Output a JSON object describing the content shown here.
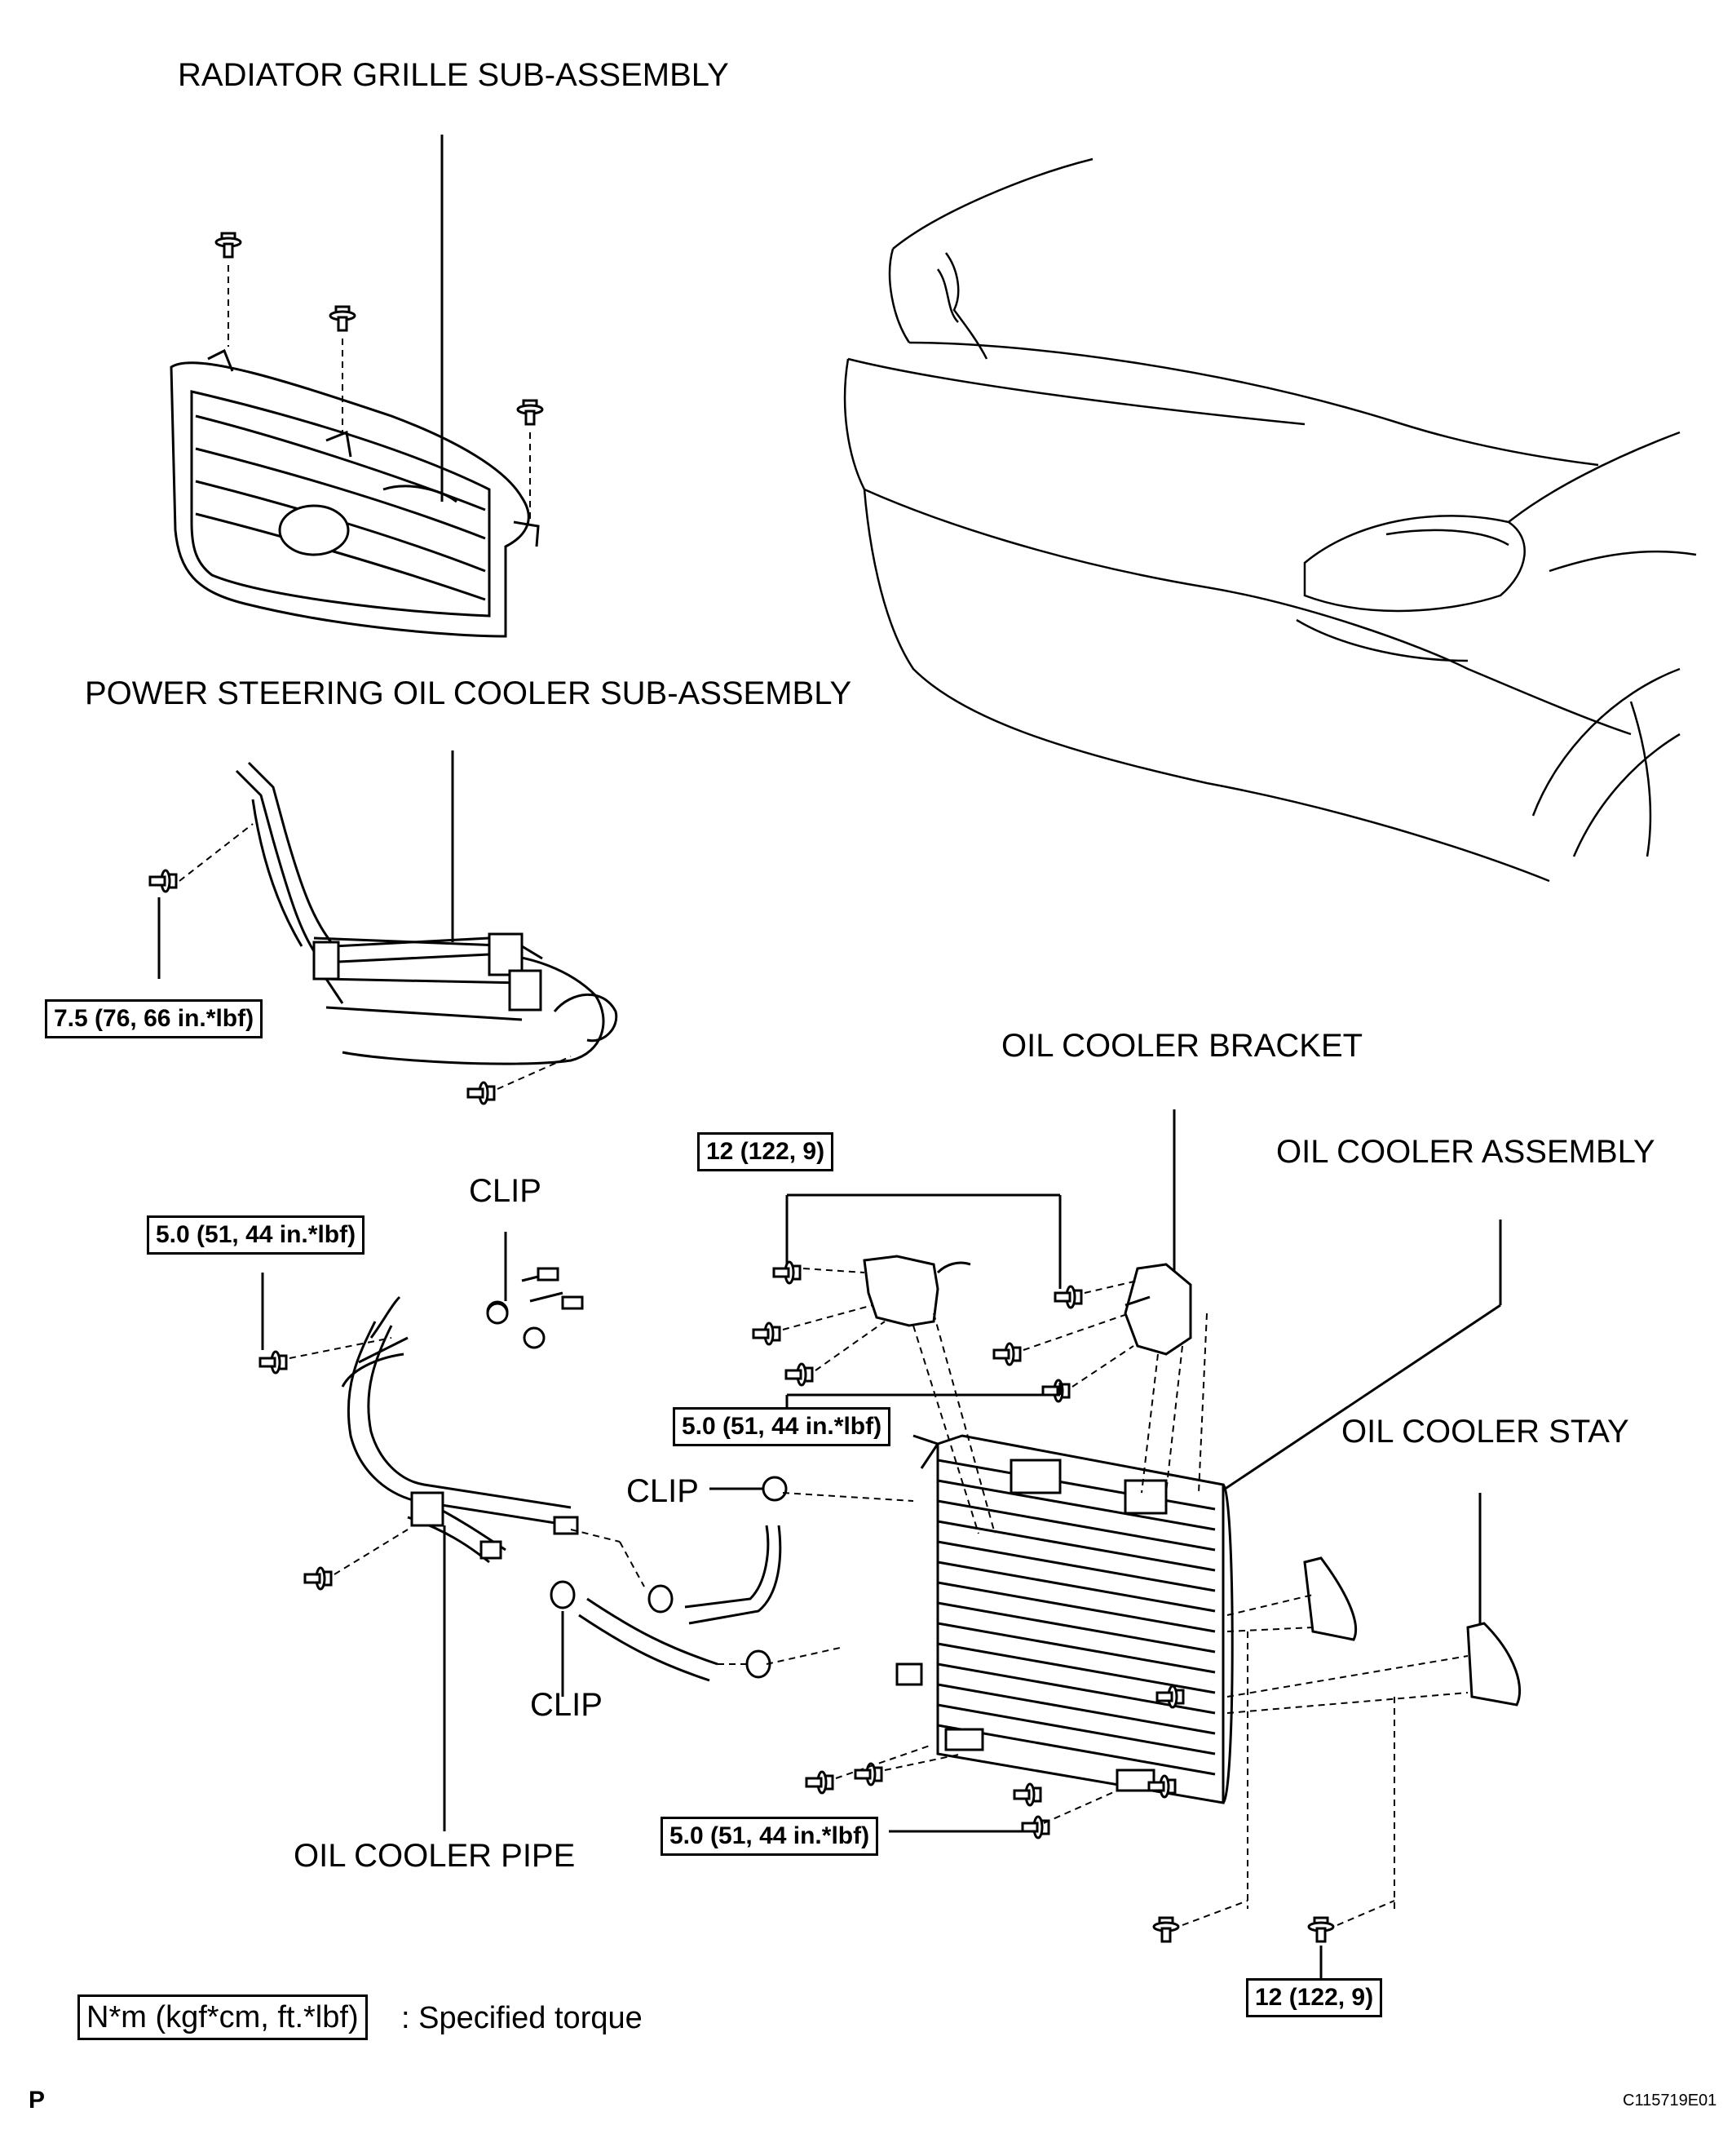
{
  "labels": {
    "radiator_grille": "RADIATOR GRILLE SUB-ASSEMBLY",
    "ps_oil_cooler": "POWER STEERING OIL COOLER SUB-ASSEMBLY",
    "oil_cooler_bracket": "OIL COOLER BRACKET",
    "oil_cooler_assembly": "OIL COOLER ASSEMBLY",
    "oil_cooler_stay": "OIL COOLER STAY",
    "clip_top": "CLIP",
    "clip_mid": "CLIP",
    "clip_bottom": "CLIP",
    "oil_cooler_pipe": "OIL COOLER PIPE"
  },
  "torques": {
    "ps_cooler_bolt": "7.5 (76, 66 in.*lbf)",
    "bracket_bolts": "12 (122, 9)",
    "pipe_bolt": "5.0 (51, 44 in.*lbf)",
    "bracket_lower_bolts": "5.0 (51, 44 in.*lbf)",
    "cooler_bottom_bolts": "5.0 (51, 44 in.*lbf)",
    "stay_bolts": "12 (122, 9)"
  },
  "legend": {
    "unit_box": "N*m (kgf*cm, ft.*lbf)",
    "description": ": Specified torque"
  },
  "corner": {
    "left": "P",
    "right": "C115719E01"
  }
}
